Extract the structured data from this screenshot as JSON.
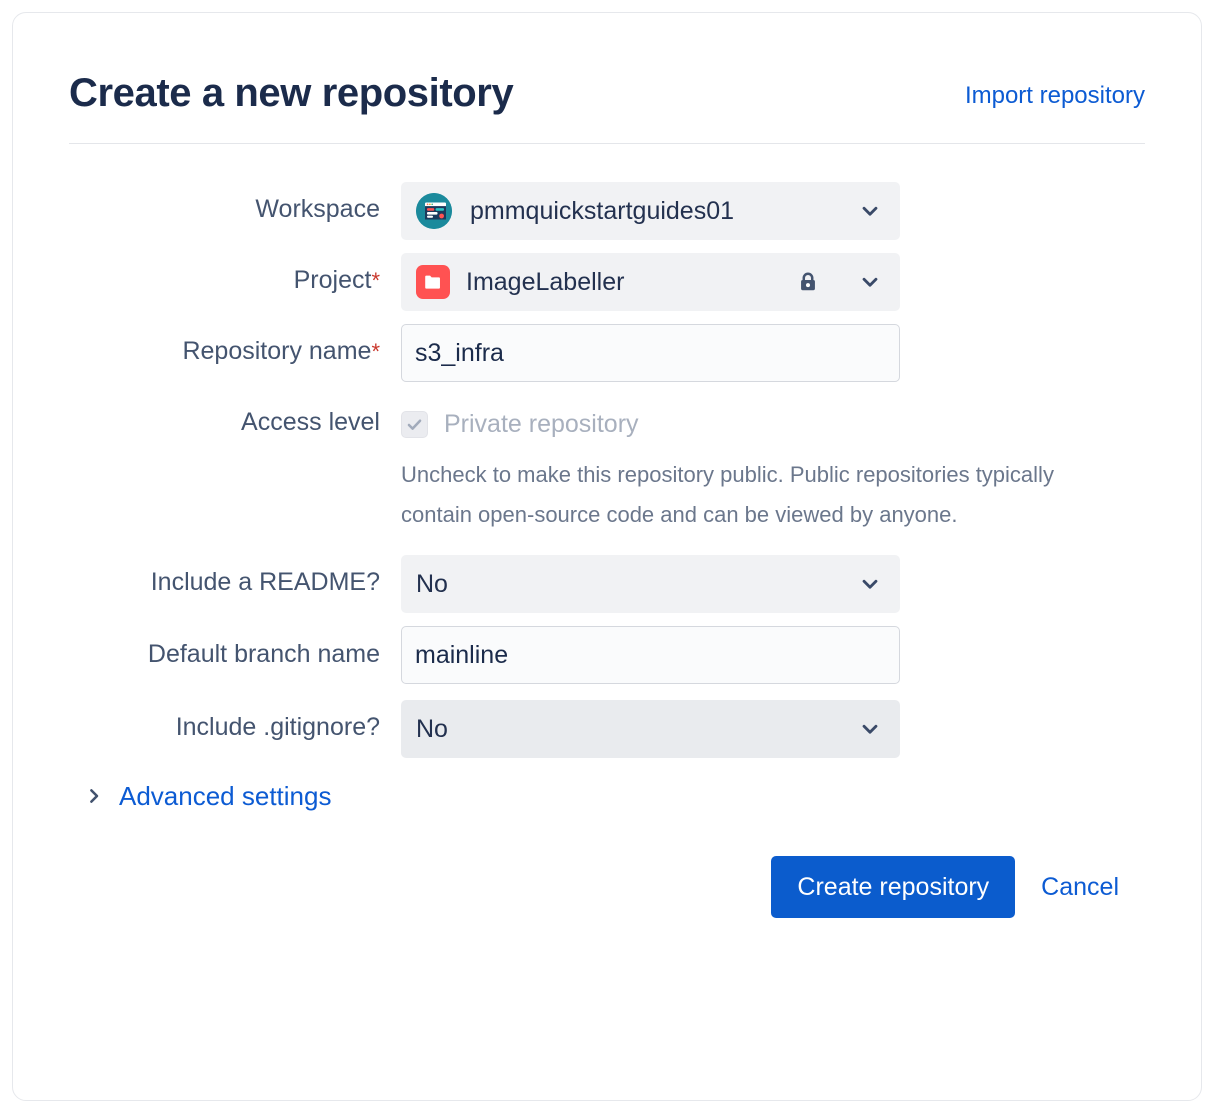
{
  "header": {
    "title": "Create a new repository",
    "import_link": "Import repository"
  },
  "form": {
    "workspace": {
      "label": "Workspace",
      "value": "pmmquickstartguides01",
      "avatar_icon": "workspace-avatar-icon",
      "chevron_icon": "chevron-down-icon"
    },
    "project": {
      "label": "Project",
      "required_marker": "*",
      "value": "ImageLabeller",
      "avatar_icon": "project-folder-icon",
      "lock_icon": "lock-icon",
      "chevron_icon": "chevron-down-icon"
    },
    "repository_name": {
      "label": "Repository name",
      "required_marker": "*",
      "value": "s3_infra",
      "placeholder": "Repository name"
    },
    "access_level": {
      "label": "Access level",
      "checkbox_label": "Private repository",
      "checked": true,
      "check_icon": "check-icon",
      "help_text": "Uncheck to make this repository public. Public repositories typically contain open-source code and can be viewed by anyone."
    },
    "include_readme": {
      "label": "Include a README?",
      "value": "No",
      "chevron_icon": "chevron-down-icon"
    },
    "default_branch_name": {
      "label": "Default branch name",
      "value": "mainline",
      "placeholder": "Default branch name"
    },
    "include_gitignore": {
      "label": "Include .gitignore?",
      "value": "No",
      "chevron_icon": "chevron-down-icon"
    },
    "advanced_settings": {
      "label": "Advanced settings",
      "chevron_icon": "chevron-right-icon",
      "expanded": false
    }
  },
  "footer": {
    "submit_label": "Create repository",
    "cancel_label": "Cancel"
  },
  "colors": {
    "link": "#0C5BD3",
    "primary_button": "#0B5CCD",
    "title": "#1B2B4B",
    "label": "#44546F",
    "required": "#C9372C",
    "field_bg": "#F1F2F4",
    "input_bg": "#FAFBFC",
    "input_border": "#D5D8DE",
    "help_text": "#6B778C",
    "disabled_text": "#A8B0BE",
    "workspace_avatar": "#1B8A9C",
    "project_avatar": "#FF5252",
    "lock": "#44546F",
    "card_border": "#E6E8EC"
  }
}
